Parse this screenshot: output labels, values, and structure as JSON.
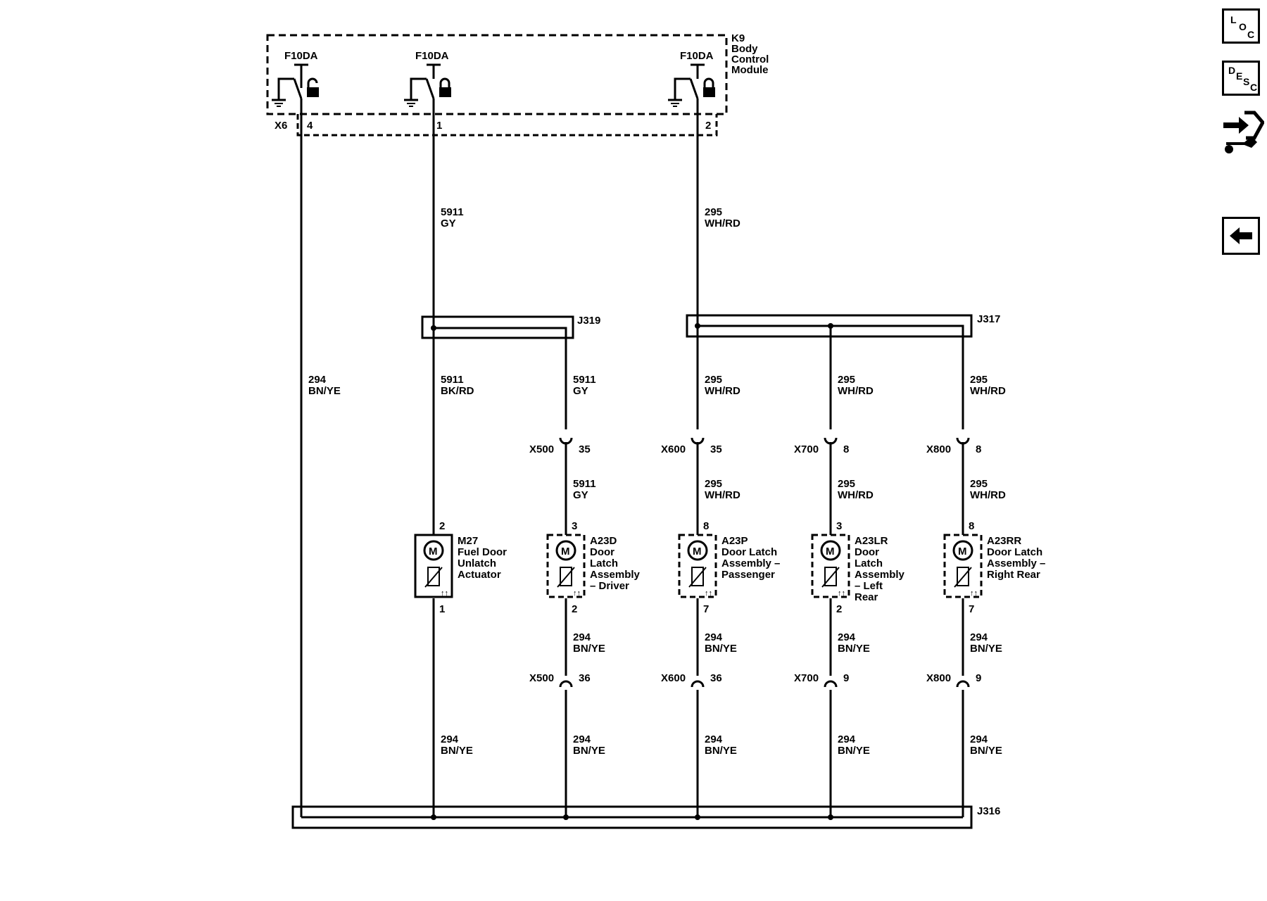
{
  "module": {
    "id": "K9",
    "name_lines": [
      "Body",
      "Control",
      "Module"
    ],
    "connector": "X6",
    "outputs": [
      "F10DA",
      "F10DA",
      "F10DA"
    ],
    "pins": [
      "4",
      "1",
      "2"
    ]
  },
  "splices": {
    "top_left": "J319",
    "top_right": "J317",
    "bottom": "J316"
  },
  "wires": [
    {
      "circuit": "294",
      "color": "BN/YE"
    },
    {
      "circuit": "5911",
      "color": "GY"
    },
    {
      "circuit": "295",
      "color": "WH/RD"
    },
    {
      "circuit": "5911",
      "color": "BK/RD"
    },
    {
      "circuit": "5911",
      "color": "GY"
    },
    {
      "circuit": "295",
      "color": "WH/RD"
    },
    {
      "circuit": "295",
      "color": "WH/RD"
    },
    {
      "circuit": "295",
      "color": "WH/RD"
    },
    {
      "circuit": "5911",
      "color": "GY"
    },
    {
      "circuit": "295",
      "color": "WH/RD"
    },
    {
      "circuit": "295",
      "color": "WH/RD"
    },
    {
      "circuit": "295",
      "color": "WH/RD"
    },
    {
      "circuit": "294",
      "color": "BN/YE"
    },
    {
      "circuit": "294",
      "color": "BN/YE"
    },
    {
      "circuit": "294",
      "color": "BN/YE"
    },
    {
      "circuit": "294",
      "color": "BN/YE"
    },
    {
      "circuit": "294",
      "color": "BN/YE"
    },
    {
      "circuit": "294",
      "color": "BN/YE"
    },
    {
      "circuit": "294",
      "color": "BN/YE"
    },
    {
      "circuit": "294",
      "color": "BN/YE"
    },
    {
      "circuit": "294",
      "color": "BN/YE"
    }
  ],
  "connectors": [
    {
      "id": "X500",
      "pin": "35"
    },
    {
      "id": "X600",
      "pin": "35"
    },
    {
      "id": "X700",
      "pin": "8"
    },
    {
      "id": "X800",
      "pin": "8"
    },
    {
      "id": "X500",
      "pin": "36"
    },
    {
      "id": "X600",
      "pin": "36"
    },
    {
      "id": "X700",
      "pin": "9"
    },
    {
      "id": "X800",
      "pin": "9"
    }
  ],
  "components": [
    {
      "pin_top": "2",
      "pin_bottom": "1",
      "lines": [
        "M27",
        "Fuel Door",
        "Unlatch",
        "Actuator"
      ]
    },
    {
      "pin_top": "3",
      "pin_bottom": "2",
      "lines": [
        "A23D",
        "Door",
        "Latch",
        "Assembly",
        "– Driver"
      ]
    },
    {
      "pin_top": "8",
      "pin_bottom": "7",
      "lines": [
        "A23P",
        "Door Latch",
        "Assembly –",
        "Passenger"
      ]
    },
    {
      "pin_top": "3",
      "pin_bottom": "2",
      "lines": [
        "A23LR",
        "Door",
        "Latch",
        "Assembly",
        "– Left",
        "Rear"
      ]
    },
    {
      "pin_top": "8",
      "pin_bottom": "7",
      "lines": [
        "A23RR",
        "Door Latch",
        "Assembly –",
        "Right Rear"
      ]
    }
  ],
  "motor_symbol": "M",
  "nav": {
    "loc_letters": [
      "L",
      "O",
      "C"
    ],
    "desc_letters": [
      "D",
      "E",
      "S",
      "C"
    ],
    "icons": [
      "location-icon",
      "description-icon",
      "connector-wrench-icon",
      "back-arrow-icon"
    ]
  }
}
